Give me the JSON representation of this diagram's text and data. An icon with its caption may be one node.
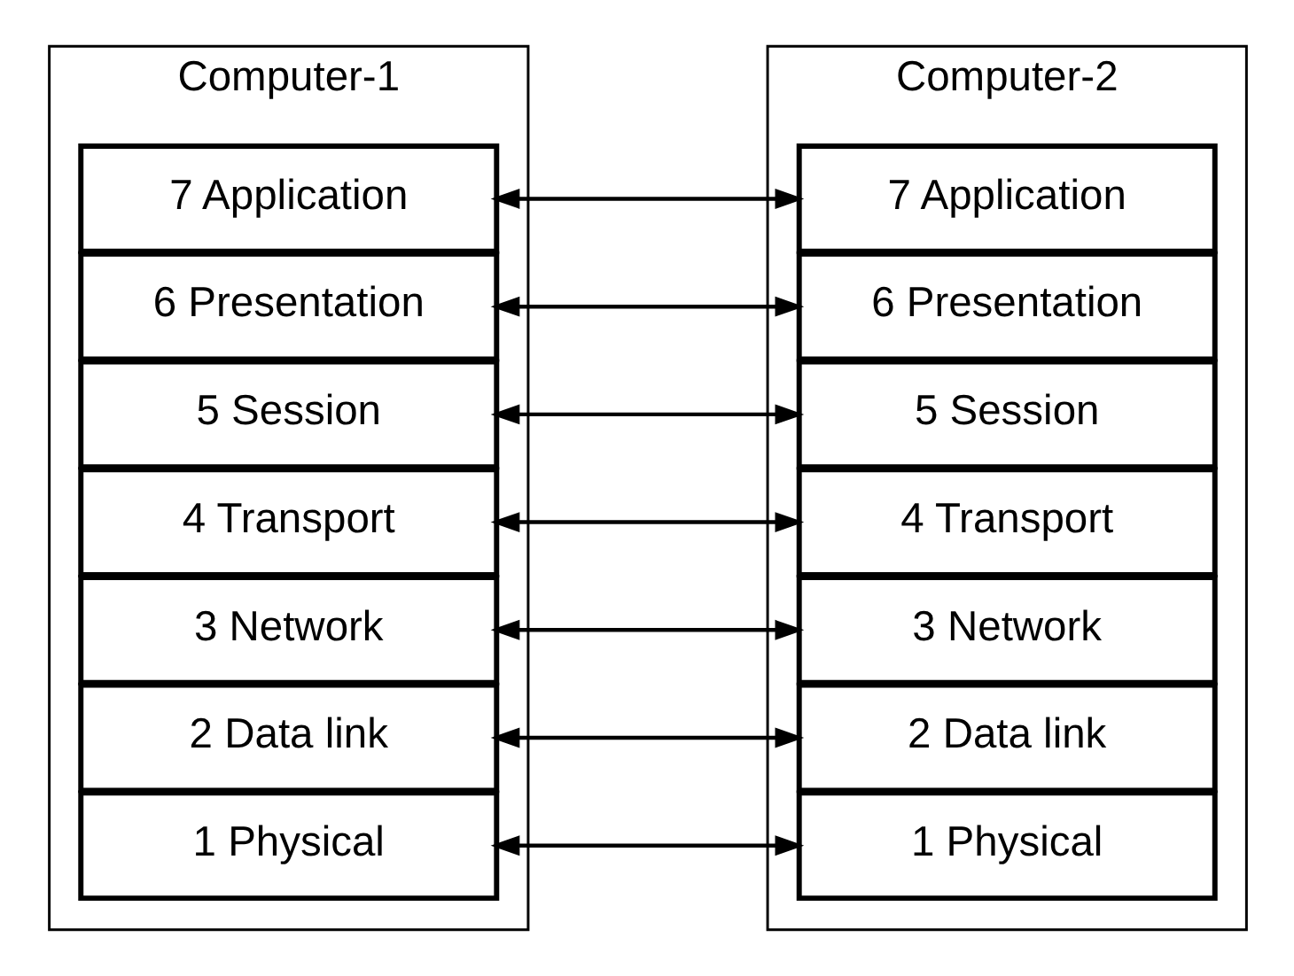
{
  "diagram": {
    "nodes": [
      {
        "text": [
          "Computer-1"
        ]
      },
      {
        "text": [
          "7 Application"
        ],
        "in": 0
      },
      {
        "text": [
          "6 Presentation"
        ],
        "in": 0
      },
      {
        "text": [
          "5 Session"
        ],
        "in": 0
      },
      {
        "text": [
          "4 Transport"
        ],
        "in": 0
      },
      {
        "text": [
          "3 Network"
        ],
        "in": 0
      },
      {
        "text": [
          "2 Data link"
        ],
        "in": 0
      },
      {
        "text": [
          "1 Physical"
        ],
        "in": 0
      },
      {
        "text": [
          "Computer-2"
        ]
      },
      {
        "text": [
          "7 Application"
        ],
        "in": 8
      },
      {
        "text": [
          "6 Presentation"
        ],
        "in": 8
      },
      {
        "text": [
          "5 Session"
        ],
        "in": 8
      },
      {
        "text": [
          "4 Transport"
        ],
        "in": 8
      },
      {
        "text": [
          "3 Network"
        ],
        "in": 8
      },
      {
        "text": [
          "2 Data link"
        ],
        "in": 8
      },
      {
        "text": [
          "1 Physical"
        ],
        "in": 8
      }
    ],
    "edges": [
      {
        "from": 1,
        "to": 9,
        "arrow": "both"
      },
      {
        "from": 2,
        "to": 10,
        "arrow": "both"
      },
      {
        "from": 3,
        "to": 11,
        "arrow": "both"
      },
      {
        "from": 4,
        "to": 12,
        "arrow": "both"
      },
      {
        "from": 5,
        "to": 13,
        "arrow": "both"
      },
      {
        "from": 6,
        "to": 14,
        "arrow": "both"
      },
      {
        "from": 7,
        "to": 15,
        "arrow": "both"
      }
    ]
  }
}
